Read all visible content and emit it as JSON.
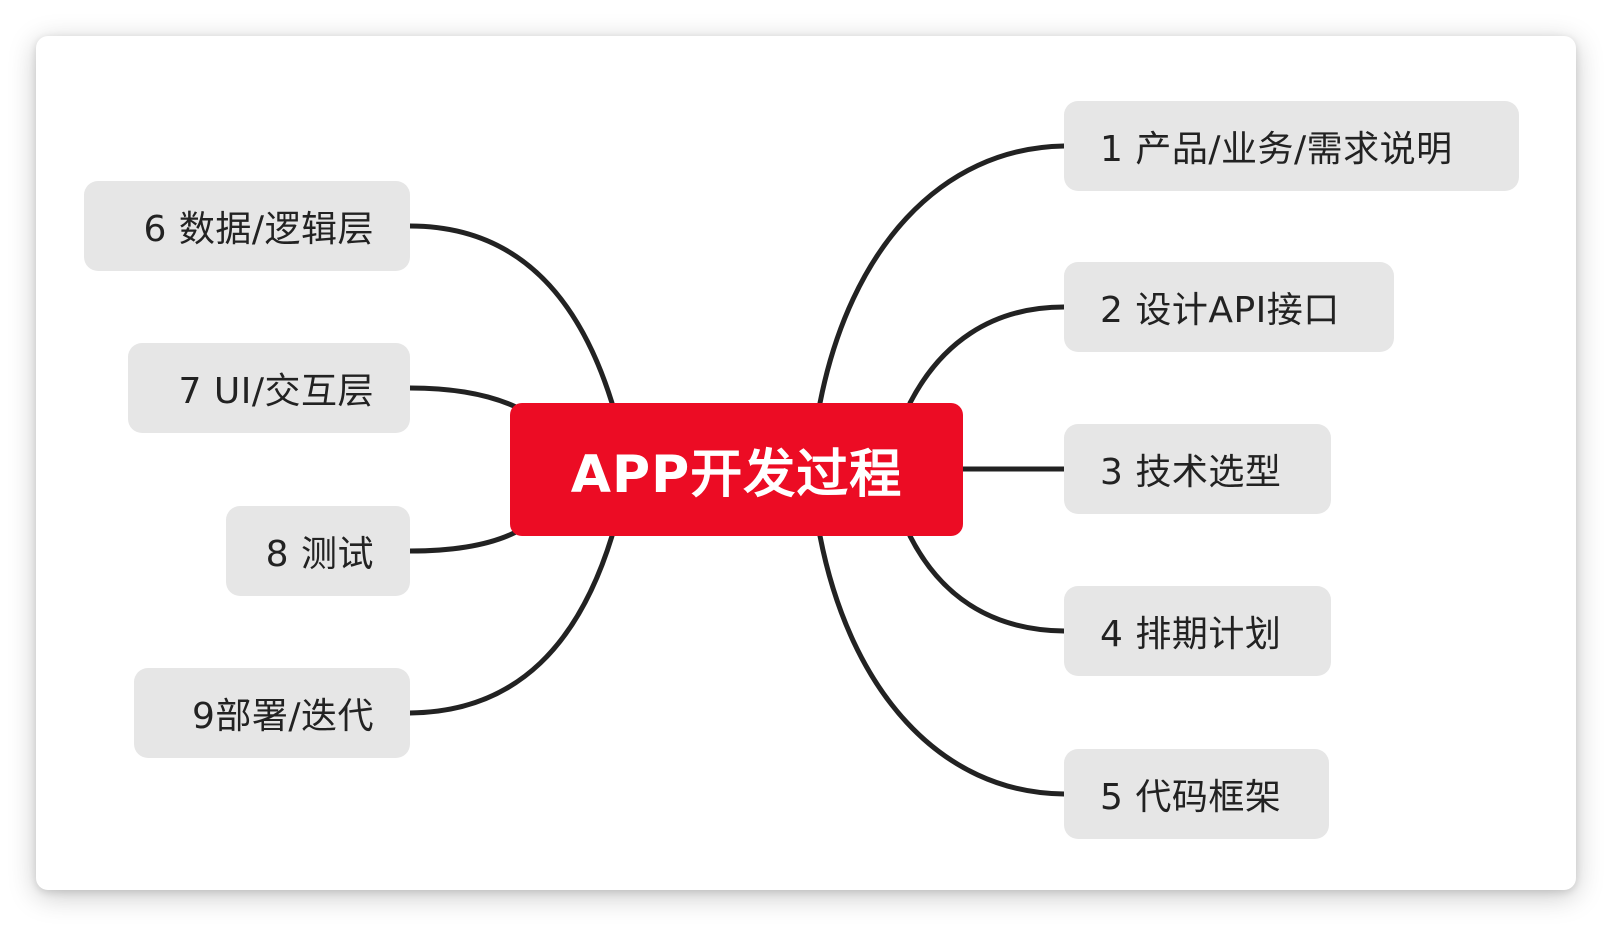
{
  "center": {
    "label": "APP开发过程",
    "color": "#ec0c24"
  },
  "branches": {
    "right": [
      {
        "label": "1 产品/业务/需求说明"
      },
      {
        "label": "2 设计API接口"
      },
      {
        "label": "3 技术选型"
      },
      {
        "label": "4 排期计划"
      },
      {
        "label": "5 代码框架"
      }
    ],
    "left": [
      {
        "label": "6 数据/逻辑层"
      },
      {
        "label": "7 UI/交互层"
      },
      {
        "label": "8 测试"
      },
      {
        "label": "9部署/迭代"
      }
    ]
  },
  "colors": {
    "node_bg": "#e6e6e6",
    "line": "#222222"
  }
}
